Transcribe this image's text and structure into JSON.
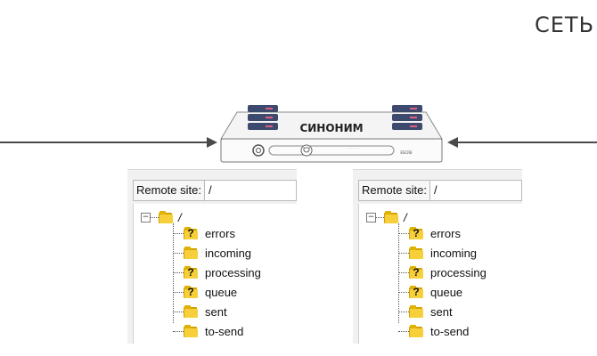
{
  "heading": "СЕТЬ",
  "device": {
    "label": "СИНОНИМ",
    "small_text": "··· ···· ··· ··",
    "badge": "ESCRE"
  },
  "panels": [
    {
      "label": "Remote site:",
      "path": "/",
      "root": "/",
      "items": [
        {
          "name": "errors",
          "icon": "folder-question-icon"
        },
        {
          "name": "incoming",
          "icon": "folder-icon"
        },
        {
          "name": "processing",
          "icon": "folder-question-icon"
        },
        {
          "name": "queue",
          "icon": "folder-question-icon"
        },
        {
          "name": "sent",
          "icon": "folder-icon"
        },
        {
          "name": "to-send",
          "icon": "folder-icon"
        }
      ]
    },
    {
      "label": "Remote site:",
      "path": "/",
      "root": "/",
      "items": [
        {
          "name": "errors",
          "icon": "folder-question-icon"
        },
        {
          "name": "incoming",
          "icon": "folder-icon"
        },
        {
          "name": "processing",
          "icon": "folder-question-icon"
        },
        {
          "name": "queue",
          "icon": "folder-question-icon"
        },
        {
          "name": "sent",
          "icon": "folder-icon"
        },
        {
          "name": "to-send",
          "icon": "folder-icon"
        }
      ]
    }
  ]
}
